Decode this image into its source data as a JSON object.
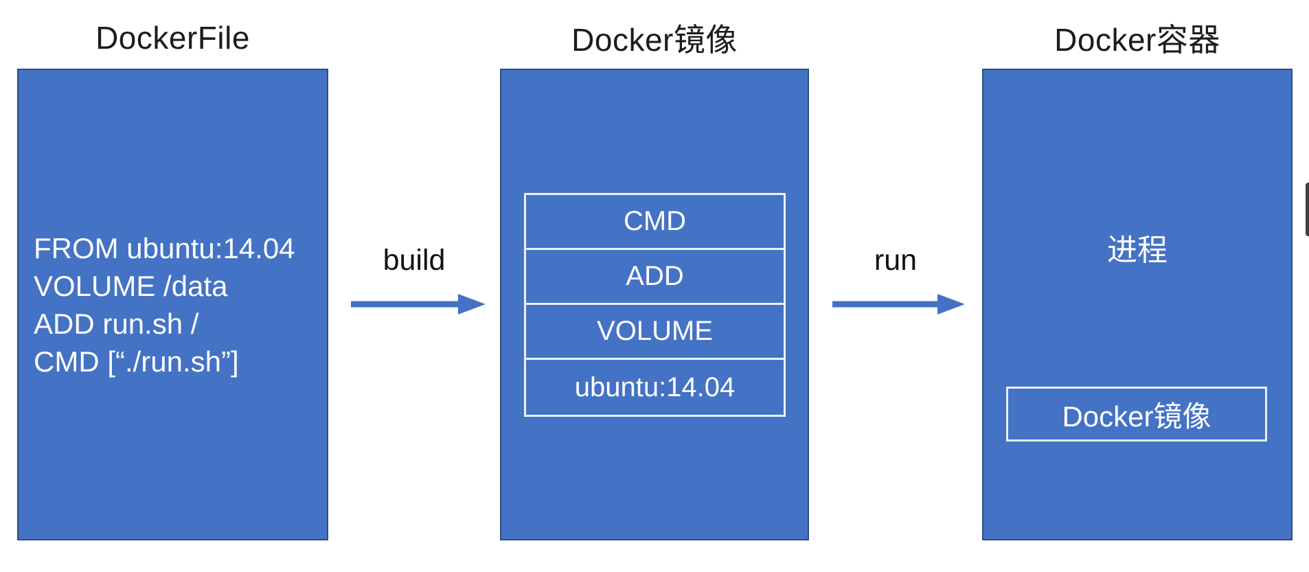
{
  "diagram": {
    "nodes": {
      "dockerfile": {
        "title": "DockerFile",
        "lines": [
          "FROM ubuntu:14.04",
          "VOLUME /data",
          "ADD run.sh /",
          "CMD [“./run.sh”]"
        ]
      },
      "image": {
        "title": "Docker镜像",
        "layers": [
          "CMD",
          "ADD",
          "VOLUME",
          "ubuntu:14.04"
        ]
      },
      "container": {
        "title": "Docker容器",
        "process_label": "进程",
        "image_chip_label": "Docker镜像"
      }
    },
    "arrows": {
      "build": {
        "label": "build"
      },
      "run": {
        "label": "run"
      }
    },
    "colors": {
      "box_fill": "#4472C4",
      "box_border": "#2D4D85",
      "inner_border": "#ECF1F9",
      "box_text": "#FDFEFF",
      "title_text": "#1C1C1C",
      "arrow": "#4472C4",
      "edge_artifact": "#3F3F3F"
    }
  }
}
